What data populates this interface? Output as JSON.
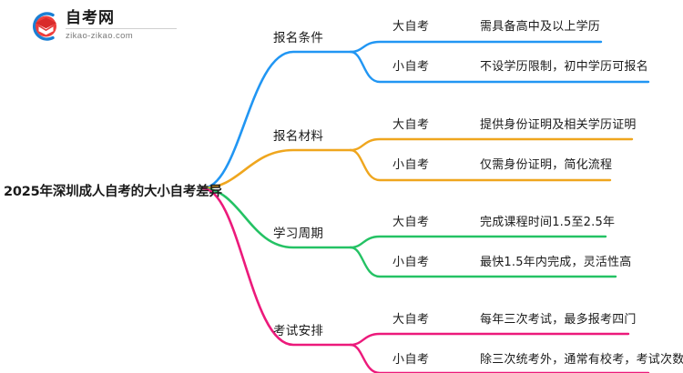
{
  "logo": {
    "name": "自考网",
    "domain": "zikao-zikao.com",
    "mark_icon": "graduation-cap-in-circle-logo",
    "arc_color": "#1a7fd4",
    "cap_color": "#e8312f"
  },
  "mindmap": {
    "root": {
      "label": "2025年深圳成人自考的大小自考差异"
    },
    "branches": [
      {
        "topic": "报名条件",
        "color": "#2196f3",
        "leaves": [
          {
            "kind": "大自考",
            "detail": "需具备高中及以上学历"
          },
          {
            "kind": "小自考",
            "detail": "不设学历限制，初中学历可报名"
          }
        ]
      },
      {
        "topic": "报名材料",
        "color": "#efa61e",
        "leaves": [
          {
            "kind": "大自考",
            "detail": "提供身份证明及相关学历证明"
          },
          {
            "kind": "小自考",
            "detail": "仅需身份证明，简化流程"
          }
        ]
      },
      {
        "topic": "学习周期",
        "color": "#24c264",
        "leaves": [
          {
            "kind": "大自考",
            "detail": "完成课程时间1.5至2.5年"
          },
          {
            "kind": "小自考",
            "detail": "最快1.5年内完成，灵活性高"
          }
        ]
      },
      {
        "topic": "考试安排",
        "color": "#ec1a7b",
        "leaves": [
          {
            "kind": "大自考",
            "detail": "每年三次考试，最多报考四门"
          },
          {
            "kind": "小自考",
            "detail": "除三次统考外，通常有校考，考试次数多"
          }
        ]
      }
    ]
  }
}
